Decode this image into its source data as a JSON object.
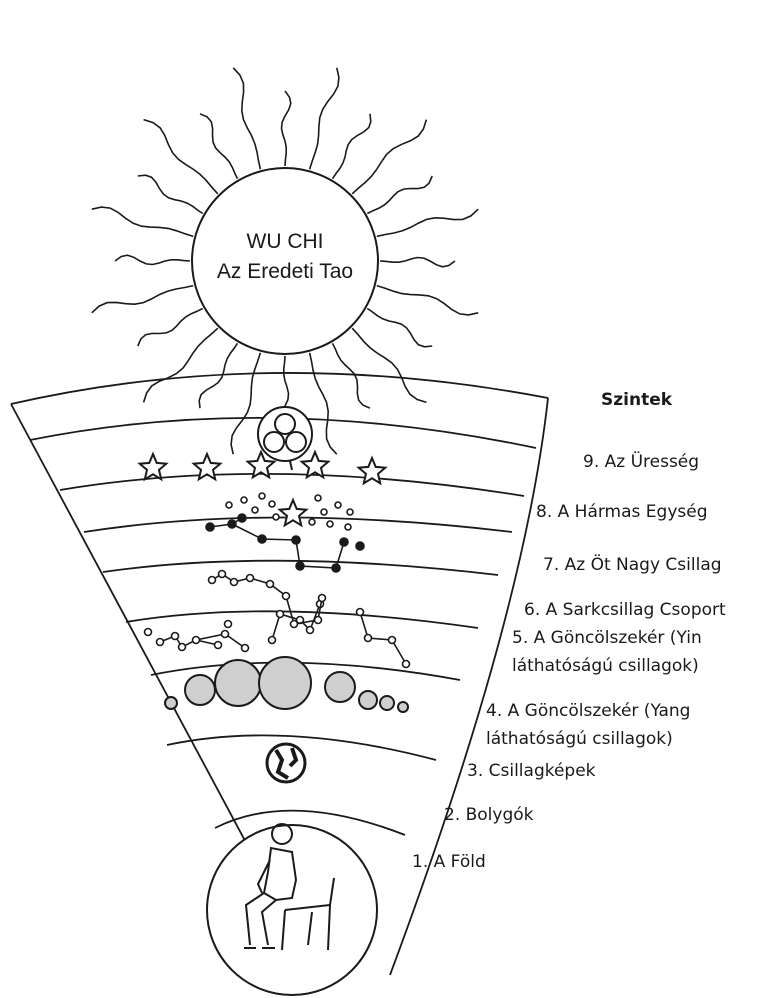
{
  "sun": {
    "line1": "WU CHI",
    "line2": "Az Eredeti Tao"
  },
  "legend": {
    "heading": "Szintek",
    "levels": [
      {
        "text": "9. Az Üresség"
      },
      {
        "text": "8. A Hármas Egység"
      },
      {
        "text": "7. Az Öt Nagy Csillag"
      },
      {
        "text": "6. A Sarkcsillag Csoport"
      },
      {
        "text": "5. A Göncölszekér (Yin",
        "text2": "láthatóságú csillagok)"
      },
      {
        "text": "4. A Göncölszekér (Yang",
        "text2": "láthatóságú csillagok)"
      },
      {
        "text": "3. Csillagképek"
      },
      {
        "text": "2. Bolygók"
      },
      {
        "text": "1. A Föld"
      }
    ]
  },
  "colors": {
    "ink": "#1a1a1a",
    "paper": "#ffffff"
  }
}
